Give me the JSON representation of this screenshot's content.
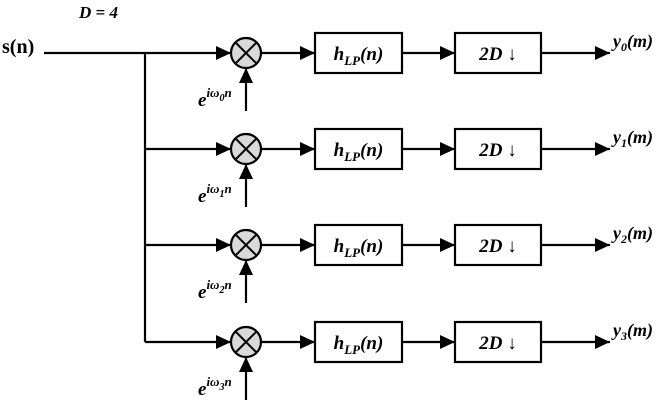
{
  "title": "D = 4",
  "input": {
    "symbol": "s",
    "argument": "n"
  },
  "filter": {
    "symbol": "h",
    "subscript": "LP",
    "argument": "(n)"
  },
  "decimator": {
    "text": "2D ↓"
  },
  "exponential": {
    "base": "e",
    "power_prefix": "iω",
    "power_suffix": "n"
  },
  "channels": [
    {
      "index": "0",
      "output_symbol": "y",
      "output_sub": "0",
      "output_arg": "(m)"
    },
    {
      "index": "1",
      "output_symbol": "y",
      "output_sub": "1",
      "output_arg": "(m)"
    },
    {
      "index": "2",
      "output_symbol": "y",
      "output_sub": "2",
      "output_arg": "(m)"
    },
    {
      "index": "3",
      "output_symbol": "y",
      "output_sub": "3",
      "output_arg": "(m)"
    }
  ],
  "colors": {
    "line": "#000000",
    "mixer_fill": "#d9d9d9",
    "box_fill": "#ffffff"
  }
}
